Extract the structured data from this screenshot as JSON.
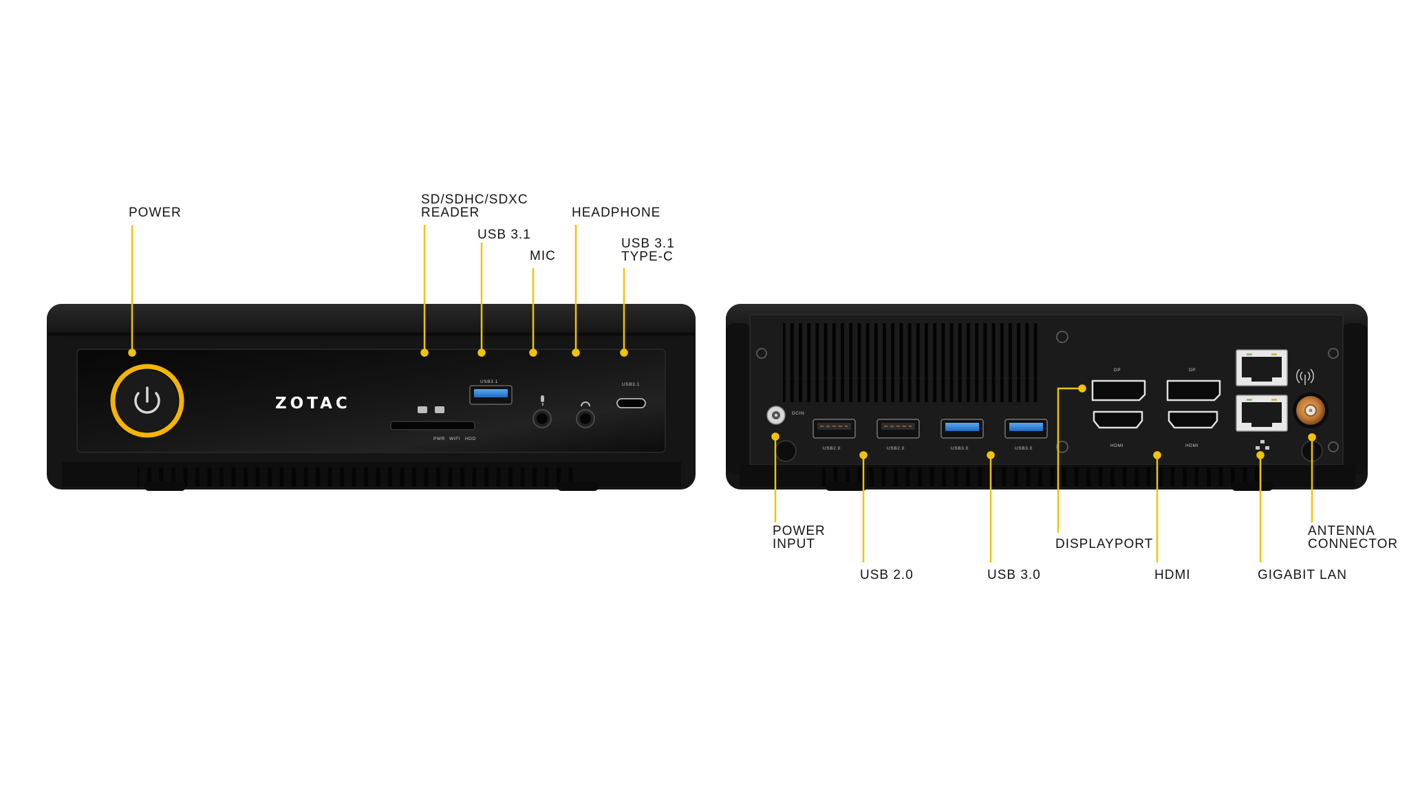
{
  "device": {
    "brand_logo": "ZOTAC",
    "panel_text": {
      "front_usb": "USB3.1",
      "front_typec": "USB3.1",
      "indicators": [
        "PWR",
        "WIFI",
        "HDD"
      ],
      "dp_ports": [
        "DP",
        "DP"
      ],
      "hdmi_ports": [
        "HDMI",
        "HDMI"
      ],
      "usb_ports": [
        "USB2.0",
        "USB2.0",
        "USB3.0",
        "USB3.0"
      ],
      "dc_in": "DCIN"
    }
  },
  "callouts": {
    "front": [
      {
        "name": "power",
        "lines": [
          "POWER"
        ]
      },
      {
        "name": "sd-reader",
        "lines": [
          "SD/SDHC/SDXC",
          "READER"
        ]
      },
      {
        "name": "usb31",
        "lines": [
          "USB 3.1"
        ]
      },
      {
        "name": "mic",
        "lines": [
          "MIC"
        ]
      },
      {
        "name": "headphone",
        "lines": [
          "HEADPHONE"
        ]
      },
      {
        "name": "usb31-typec",
        "lines": [
          "USB 3.1",
          "TYPE-C"
        ]
      }
    ],
    "rear": [
      {
        "name": "power-input",
        "lines": [
          "POWER",
          "INPUT"
        ]
      },
      {
        "name": "usb20",
        "lines": [
          "USB 2.0"
        ]
      },
      {
        "name": "usb30",
        "lines": [
          "USB 3.0"
        ]
      },
      {
        "name": "displayport",
        "lines": [
          "DISPLAYPORT"
        ]
      },
      {
        "name": "hdmi",
        "lines": [
          "HDMI"
        ]
      },
      {
        "name": "gigabit-lan",
        "lines": [
          "GIGABIT LAN"
        ]
      },
      {
        "name": "antenna-connector",
        "lines": [
          "ANTENNA",
          "CONNECTOR"
        ]
      }
    ]
  },
  "colors": {
    "accent": "#f2c300",
    "device_body": "#161616",
    "ring": "#f5b400",
    "usb3_blue": "#2f86e0"
  }
}
